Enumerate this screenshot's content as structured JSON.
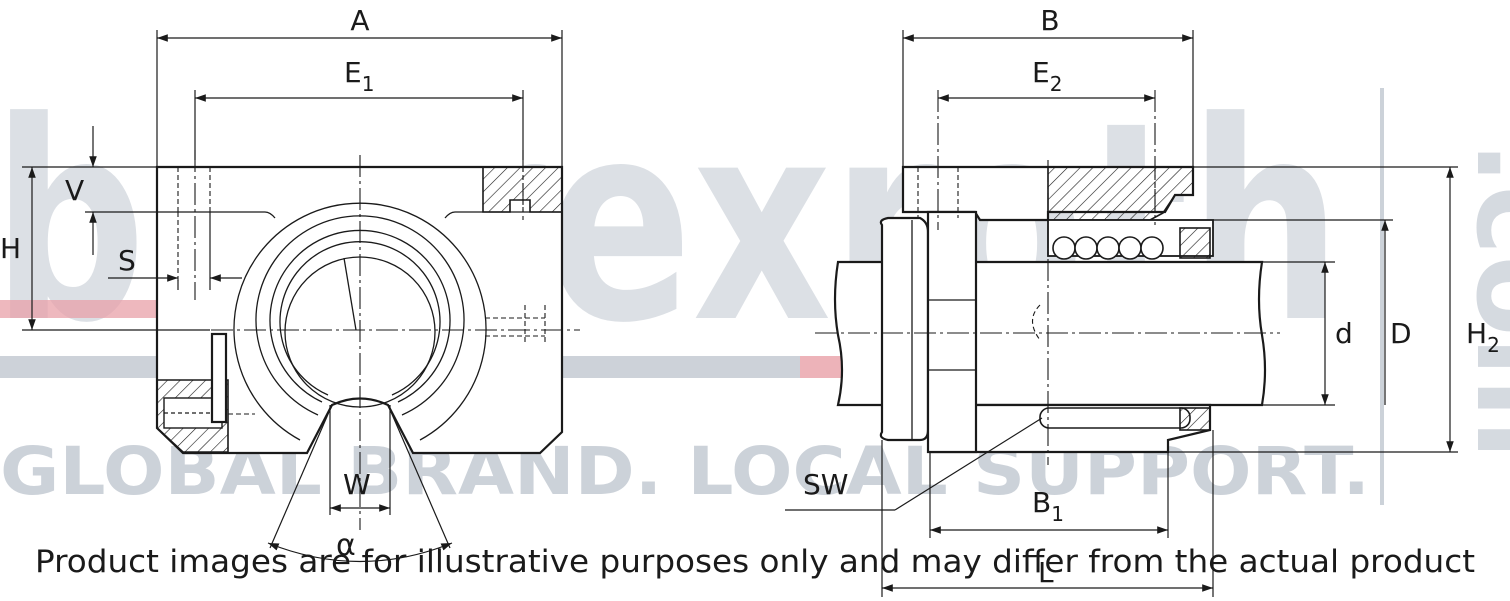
{
  "watermark": {
    "brand_text": "buyrexroth",
    "domain_suffix": ".com",
    "tagline": "GLOBAL BRAND. LOCAL SUPPORT.",
    "accent_red": "#e8a0a8",
    "accent_gray": "#c0c7d0"
  },
  "disclaimer": "Product images are for illustrative purposes only and may differ from the actual product",
  "front_view": {
    "labels": {
      "A": "A",
      "E1_main": "E",
      "E1_sub": "1",
      "V": "V",
      "H": "H",
      "S": "S",
      "W": "W",
      "alpha": "α"
    }
  },
  "side_view": {
    "labels": {
      "B": "B",
      "E2_main": "E",
      "E2_sub": "2",
      "d": "d",
      "D": "D",
      "H2_main": "H",
      "H2_sub": "2",
      "SW": "SW",
      "B1_main": "B",
      "B1_sub": "1",
      "L": "L"
    }
  },
  "colors": {
    "line": "#1a1a1a",
    "background": "#ffffff"
  }
}
